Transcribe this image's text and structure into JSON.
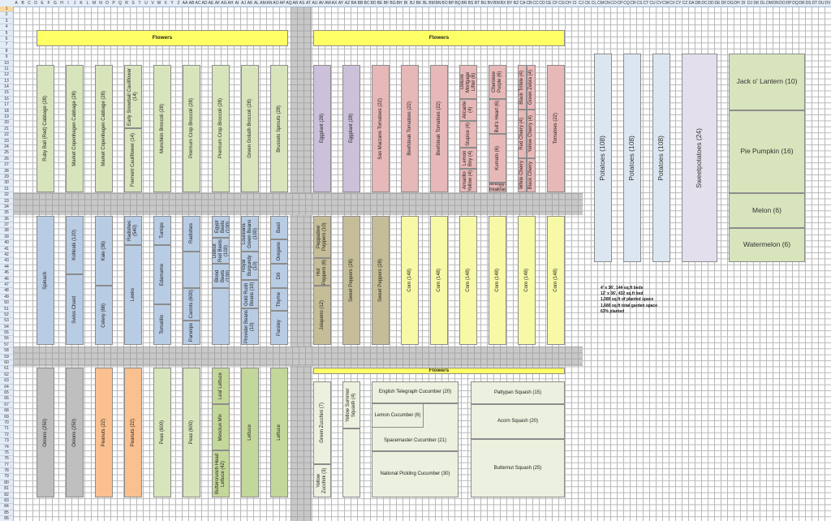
{
  "sheet": {
    "columns": "A B C D E F G H I J K L M N O P Q R S T U V W X Y Z AA AB AC AD AE AF AG AH AI AJ AK AL AM AN AO AP AQ AR AS AT AU AV AW AX AY AZ BA BB BC BD BE BF BG BH BI BJ BK BL BM BN BO BP BQ BR BS BT BU BV BW BX BY BZ CA CB CC CD CE CF CG CH CI CJ CK CL CM CN CO CP CQ CR CS CT CU CV CW CX CY CZ DA DB DC DD DE DF DG DH DI DJ DK DL DM DN DO DP DQ DR DS DT DU DV DW DX DY DZ EA EB EC ED EE EF EG EH EI EJ EK EL",
    "row_count": 86,
    "selected_row": 1
  },
  "flowers": {
    "top_left": "Flowers",
    "top_right": "Flowers",
    "bottom": "Flowers"
  },
  "top_left": [
    "Ruby Ball (Red) Cabbage (28)",
    "Market Copenhagen Cabbage (28)",
    "Market Copenhagen Cabbage (28)",
    "Early Snowball Cauliflower (14)",
    "Fremont Cauliflower (14)",
    "Munchkin Broccoli (28)",
    "Premium Crop Broccoli (28)",
    "Premium Crop Broccoli (28)",
    "Green Goliath Broccoli (28)",
    "Brussels Sprouts (28)"
  ],
  "top_right": [
    "Eggplant (28)",
    "Eggplant (28)",
    "San Marzano Tomatoes (22)",
    "Beefsteak Tomatoes (22)",
    "Beefsteak Tomatoes (22)",
    "Deluxe Mortgage Lifter (6)",
    "Alicante (4)",
    "Stupice (4)",
    "Lemon Boy (4)",
    "Amarillo Yellow (4)",
    "Cherokee Purple (6)",
    "Bull's Heart (6)",
    "Kumato (6)",
    "Kellogg's Breakfast",
    "Black Trifele (4)",
    "Green Zebra (4)",
    "Red Cherry (4)",
    "Yellow Cherry (4)",
    "White Cherry",
    "Black Cherry",
    "Tomatoes (22)"
  ],
  "middle_left": [
    "Spinach",
    "Kohlrabi (120)",
    "Swiss Chard",
    "Kale (36)",
    "Celery (66)",
    "Radishes (540)",
    "Leeks",
    "Turnips",
    "Edamame",
    "Tomatillo",
    "Radishes",
    "Carrots (600)",
    "Parsnips",
    "Flat of Egypt Beets (100)",
    "Detroit Red Beets (100)",
    "Bull's Blood Beets (100)",
    "Louisiana Green Beans (100)",
    "Royal Burgundy (10)",
    "Gold Rush Beans (10)",
    "Provider Beans (10)",
    "Basil",
    "Oregano",
    "Dill",
    "Thyme",
    "Parsley"
  ],
  "middle_right": [
    "Peppadew Peppers (10)",
    "Hot Peppers (6)",
    "Jalapeno (12)",
    "Sweet Peppers (28)",
    "Sweet Peppers (28)",
    "Corn (148)",
    "Corn (148)",
    "Corn (148)",
    "Corn (148)",
    "Corn (148)",
    "Corn (148)"
  ],
  "bottom_left": [
    "Onions (250)",
    "Onions (250)",
    "Peanuts (22)",
    "Peanuts (22)",
    "Peas (600)",
    "Peas (600)",
    "Leaf Lettuce",
    "Mesclun Mix",
    "Buttercrunch Head Lettuce (42)",
    "Lettuce",
    "Lettuce"
  ],
  "bottom_right": [
    "Green Zucchini (7)",
    "Yellow Zucchini (3)",
    "Yellow Summer Squash (4)",
    "English Telegraph Cucumber (20)",
    "Lemon Cucumber (6)",
    "Spacemaster Cucumber (21)",
    "National Pickling Cucumber (30)",
    "Pattypan Squash (15)",
    "Acorn Squash (20)",
    "Butternut Squash (25)"
  ],
  "side": [
    "Potatoes (108)",
    "Potatoes (108)",
    "Potatoes (108)",
    "Sweetpotatoes (24)",
    "Jack o' Lantern (10)",
    "Pie Pumpkin (16)",
    "Melon (6)",
    "Watermelon (6)"
  ],
  "notes": [
    "4' x 36', 144 sq.ft beds",
    "12' x 36', 432 sq.ft bed",
    "1,080 sq.ft of planted space",
    "1,680 sq.ft total garden space",
    "63% planted"
  ]
}
